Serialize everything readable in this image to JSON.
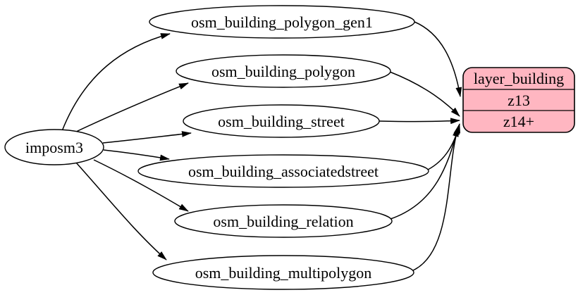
{
  "diagram": {
    "background_color": "#ffffff",
    "edge_color": "#000000",
    "source_node": {
      "label": "imposm3"
    },
    "table_nodes": [
      {
        "label": "osm_building_polygon_gen1"
      },
      {
        "label": "osm_building_polygon"
      },
      {
        "label": "osm_building_street"
      },
      {
        "label": "osm_building_associatedstreet"
      },
      {
        "label": "osm_building_relation"
      },
      {
        "label": "osm_building_multipolygon"
      }
    ],
    "layer_node": {
      "title": "layer_building",
      "rows": [
        {
          "label": "z13"
        },
        {
          "label": "z14+"
        }
      ],
      "fill_color": "#ffb6c1",
      "border_color": "#000000"
    },
    "edges": [
      {
        "from": "imposm3",
        "to": "osm_building_polygon_gen1"
      },
      {
        "from": "imposm3",
        "to": "osm_building_polygon"
      },
      {
        "from": "imposm3",
        "to": "osm_building_street"
      },
      {
        "from": "imposm3",
        "to": "osm_building_associatedstreet"
      },
      {
        "from": "imposm3",
        "to": "osm_building_relation"
      },
      {
        "from": "imposm3",
        "to": "osm_building_multipolygon"
      },
      {
        "from": "osm_building_polygon_gen1",
        "to": "layer_building:z13"
      },
      {
        "from": "osm_building_polygon",
        "to": "layer_building:z14+"
      },
      {
        "from": "osm_building_street",
        "to": "layer_building:z14+"
      },
      {
        "from": "osm_building_associatedstreet",
        "to": "layer_building:z14+"
      },
      {
        "from": "osm_building_relation",
        "to": "layer_building:z14+"
      },
      {
        "from": "osm_building_multipolygon",
        "to": "layer_building:z14+"
      }
    ]
  }
}
